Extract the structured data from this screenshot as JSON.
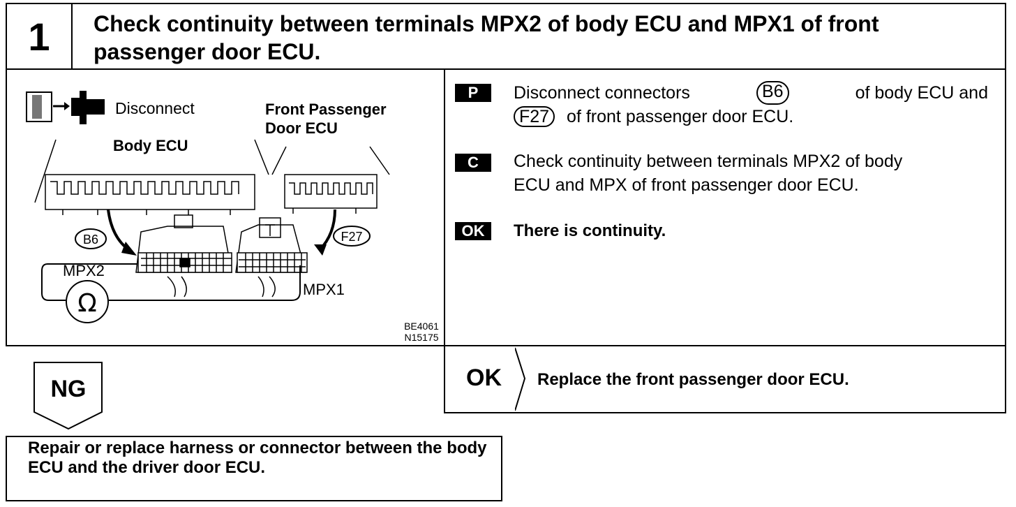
{
  "header": {
    "step_number": "1",
    "title": "Check continuity between terminals MPX2 of body ECU and MPX1 of front passenger door ECU."
  },
  "diagram": {
    "disconnect_label": "Disconnect",
    "body_ecu_label": "Body ECU",
    "front_passenger_label_line1": "Front Passenger",
    "front_passenger_label_line2": "Door ECU",
    "connector_b6": "B6",
    "connector_f27": "F27",
    "mpx2_label": "MPX2",
    "mpx1_label": "MPX1",
    "ohm_symbol": "Ω",
    "ref_code_1": "BE4061",
    "ref_code_2": "N15175"
  },
  "instructions": [
    {
      "badge": "P",
      "line1_pre": "Disconnect connectors",
      "line1_conn": "B6",
      "line1_post": "of body ECU and",
      "line2_conn": "F27",
      "line2_post": "of front passenger door ECU."
    },
    {
      "badge": "C",
      "line1": "Check continuity between terminals MPX2 of body",
      "line2": "ECU and MPX of front passenger door ECU."
    },
    {
      "badge": "OK",
      "text": "There is continuity."
    }
  ],
  "ok_result": {
    "label": "OK",
    "text": "Replace the front passenger door ECU."
  },
  "ng_result": {
    "label": "NG",
    "text": "Repair or replace harness or connector between the body ECU and the driver door ECU."
  }
}
